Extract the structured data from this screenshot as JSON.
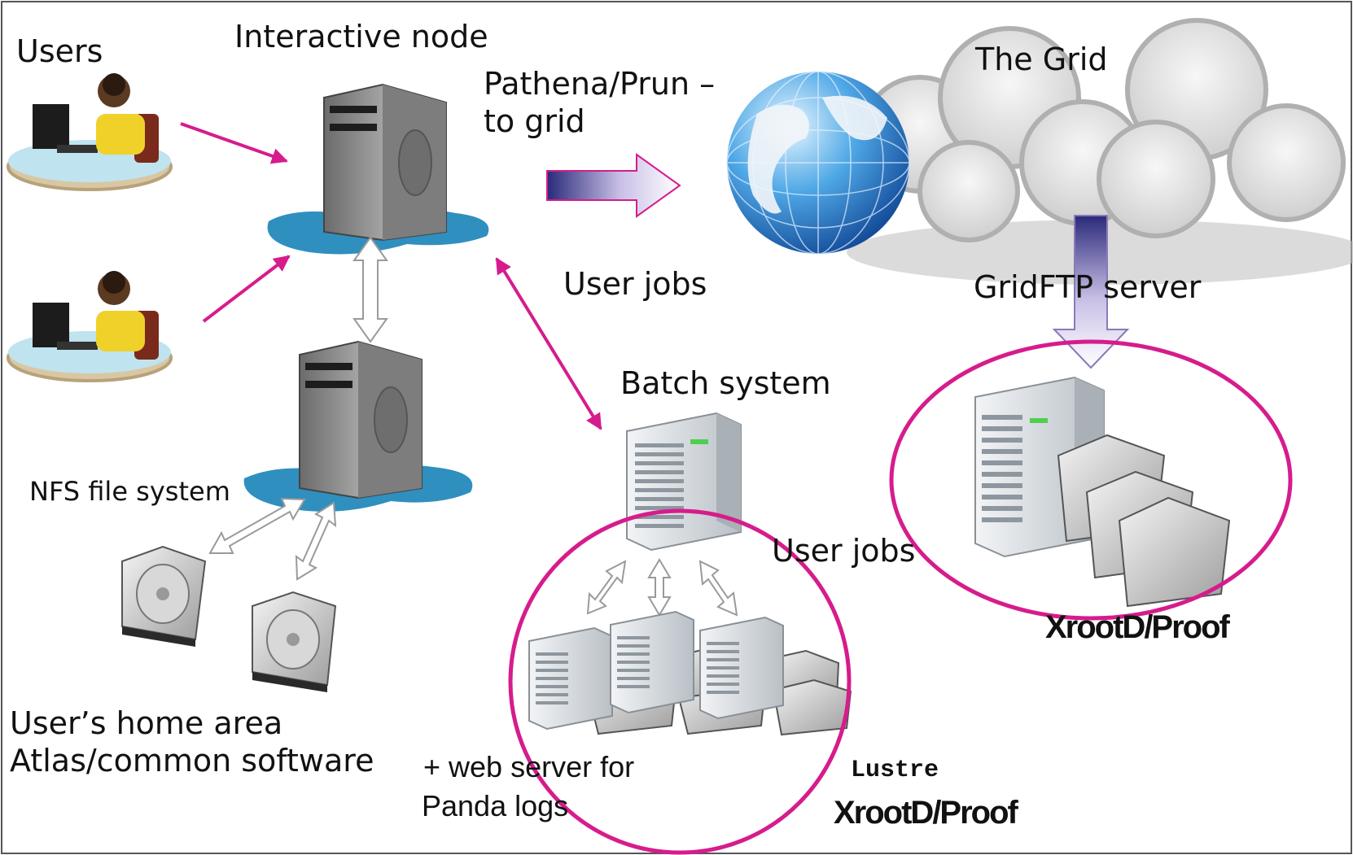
{
  "labels": {
    "users": "Users",
    "interactive_node": "Interactive node",
    "pathena": "Pathena/Prun –",
    "to_grid": "to grid",
    "the_grid": "The Grid",
    "user_jobs_top": "User jobs",
    "gridftp": "GridFTP server",
    "batch_system": "Batch system",
    "nfs": "NFS file system",
    "user_jobs_bottom": "User jobs",
    "home_area": "User’s home area",
    "atlas_sw": "Atlas/common software",
    "web_server": "+ web server for",
    "panda_logs": "Panda logs",
    "lustre": "Lustre",
    "xrootd_bottom": "XrootD/Proof",
    "xrootd_right": "XrootD/Proof"
  },
  "colors": {
    "magenta": "#d61c8c",
    "puddle": "#2f8fbf",
    "tower": "#8f8f8f",
    "arrow_navy": "#2a2a7a"
  }
}
